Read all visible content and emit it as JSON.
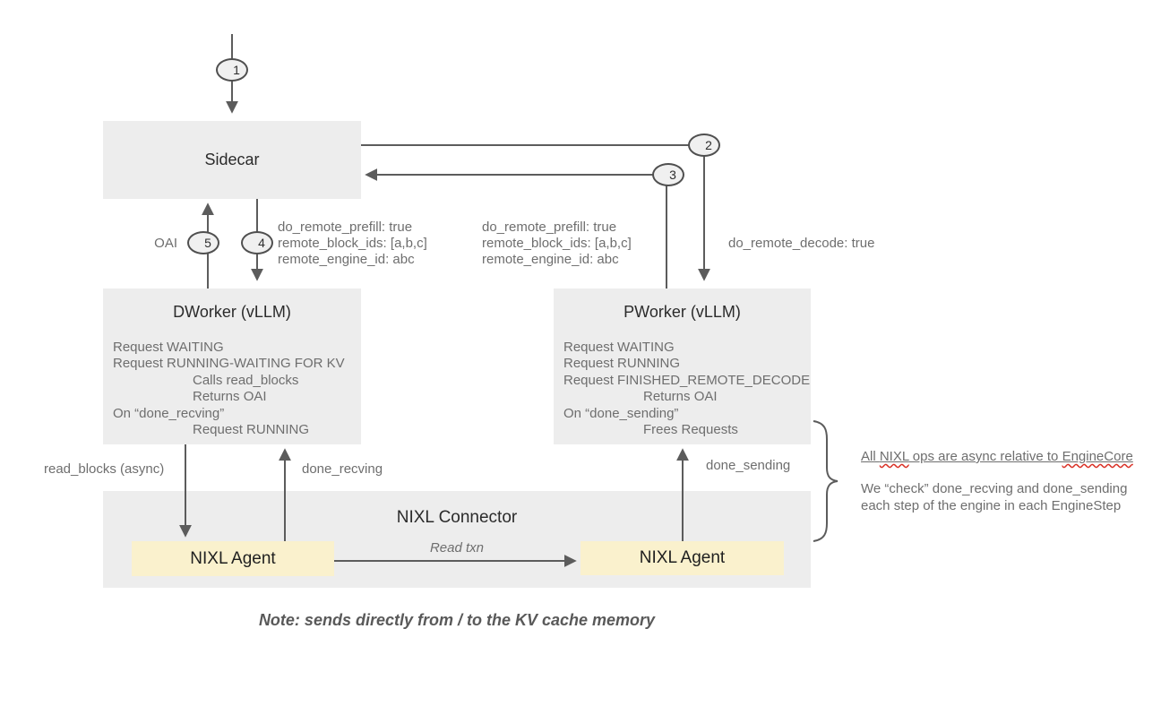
{
  "colors": {
    "box_fill": "#ededed",
    "agent_fill": "#faf1cd",
    "line": "#5c5c5c",
    "text_muted": "#6e6e6e",
    "text_dark": "#2b2b2b",
    "squiggle_red": "#d93025"
  },
  "badges": {
    "step1": "1",
    "step2": "2",
    "step3": "3",
    "step4": "4",
    "step5": "5"
  },
  "nodes": {
    "sidecar": {
      "title": "Sidecar"
    },
    "dworker": {
      "title": "DWorker (vLLM)",
      "lines": [
        "Request WAITING",
        "Request RUNNING-WAITING FOR KV",
        "Calls read_blocks",
        "Returns OAI",
        "On “done_recving”",
        "Request RUNNING"
      ]
    },
    "pworker": {
      "title": "PWorker (vLLM)",
      "lines": [
        "Request WAITING",
        "Request RUNNING",
        "Request FINISHED_REMOTE_DECODE",
        "Returns OAI",
        "On “done_sending”",
        "Frees Requests"
      ]
    },
    "nixl_connector": {
      "title": "NIXL Connector"
    },
    "nixl_agent_left": {
      "title": "NIXL Agent"
    },
    "nixl_agent_right": {
      "title": "NIXL Agent"
    }
  },
  "edge_labels": {
    "oai": "OAI",
    "kv_params": [
      "do_remote_prefill: true",
      "remote_block_ids: [a,b,c]",
      "remote_engine_id: abc"
    ],
    "decode_param": "do_remote_decode: true",
    "read_blocks": "read_blocks (async)",
    "done_recving": "done_recving",
    "done_sending": "done_sending",
    "read_txn": "Read txn"
  },
  "annotation": {
    "title_parts": [
      "All ",
      "NIXL",
      " ops are async relative to ",
      "EngineCore"
    ],
    "body_lines": [
      "We “check” done_recving and done_sending",
      "each step of the engine in each EngineStep"
    ]
  },
  "note": "Note: sends directly from / to the KV cache memory"
}
